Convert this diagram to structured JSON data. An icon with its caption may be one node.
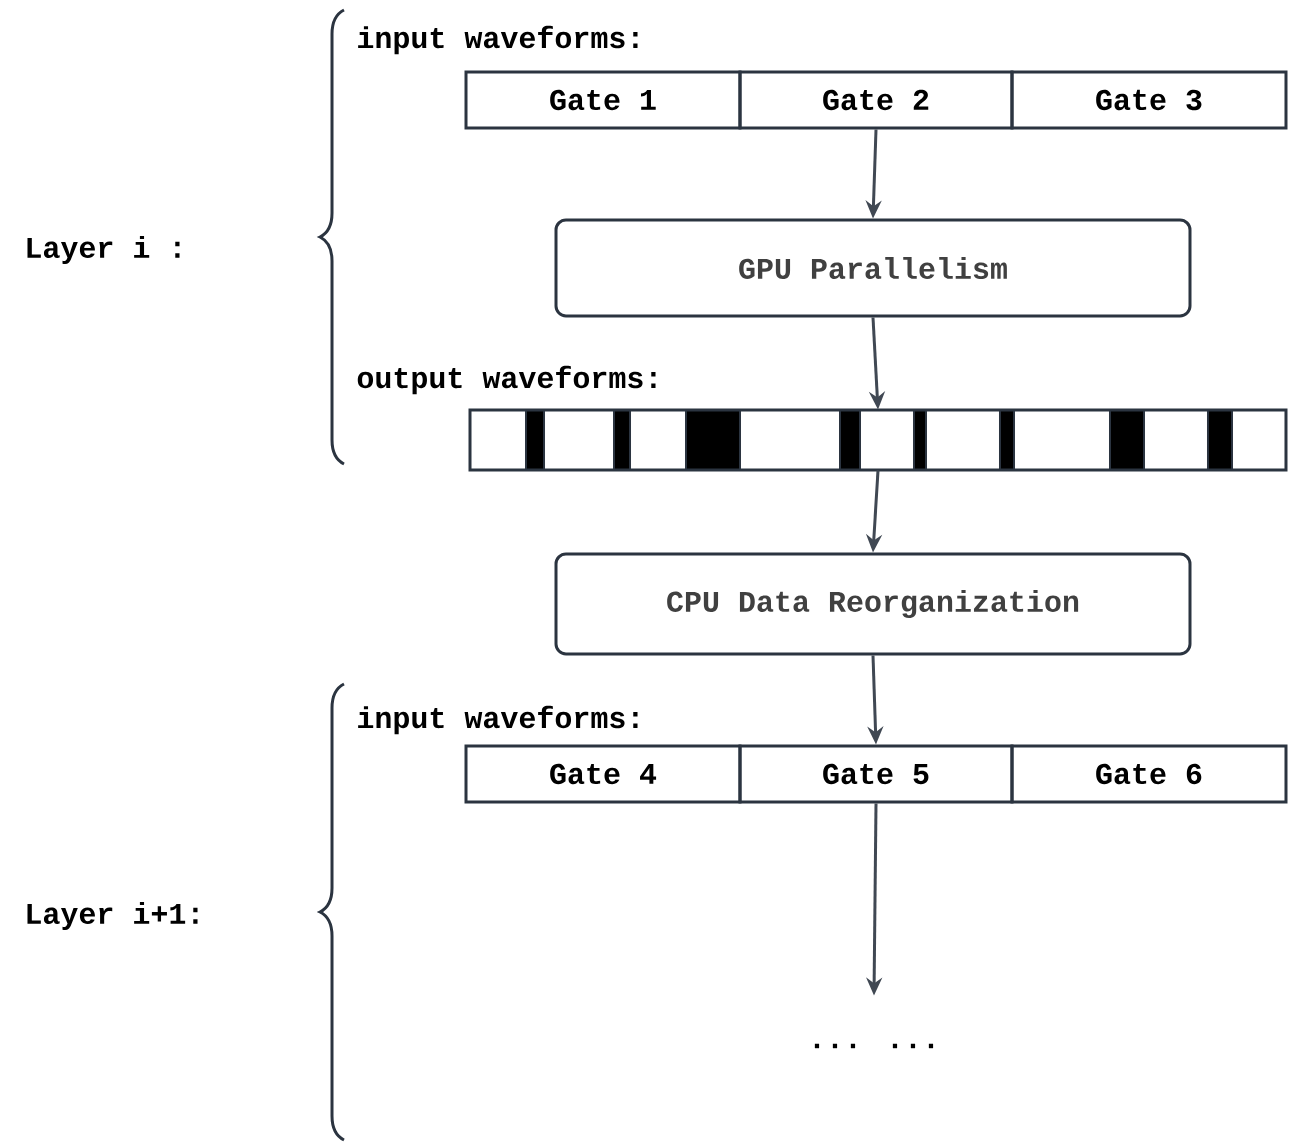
{
  "diagram": {
    "nodes": [
      {
        "text": [
          "Gate 1"
        ]
      },
      {
        "text": [
          "Gate 2"
        ]
      },
      {
        "text": [
          "Gate 3"
        ]
      },
      {
        "text": [
          "GPU Parallelism"
        ]
      },
      {
        "text": [],
        "shape": "bar"
      },
      {
        "text": [
          "CPU Data Reorganization"
        ]
      },
      {
        "text": [
          "Gate 4"
        ]
      },
      {
        "text": [
          "Gate 5"
        ]
      },
      {
        "text": [
          "Gate 6"
        ]
      },
      {
        "text": [
          "... ..."
        ]
      }
    ],
    "edges": [
      {
        "from": 1,
        "to": 3,
        "arrow": "to"
      },
      {
        "from": 3,
        "to": 4,
        "arrow": "to"
      },
      {
        "from": 4,
        "to": 5,
        "arrow": "to"
      },
      {
        "from": 5,
        "to": 7,
        "arrow": "to"
      },
      {
        "from": 7,
        "to": 9,
        "arrow": "to"
      }
    ],
    "labels": [
      "input waveforms:",
      "Layer i :",
      "output waveforms:",
      "input waveforms:",
      "Layer i+1:"
    ]
  }
}
